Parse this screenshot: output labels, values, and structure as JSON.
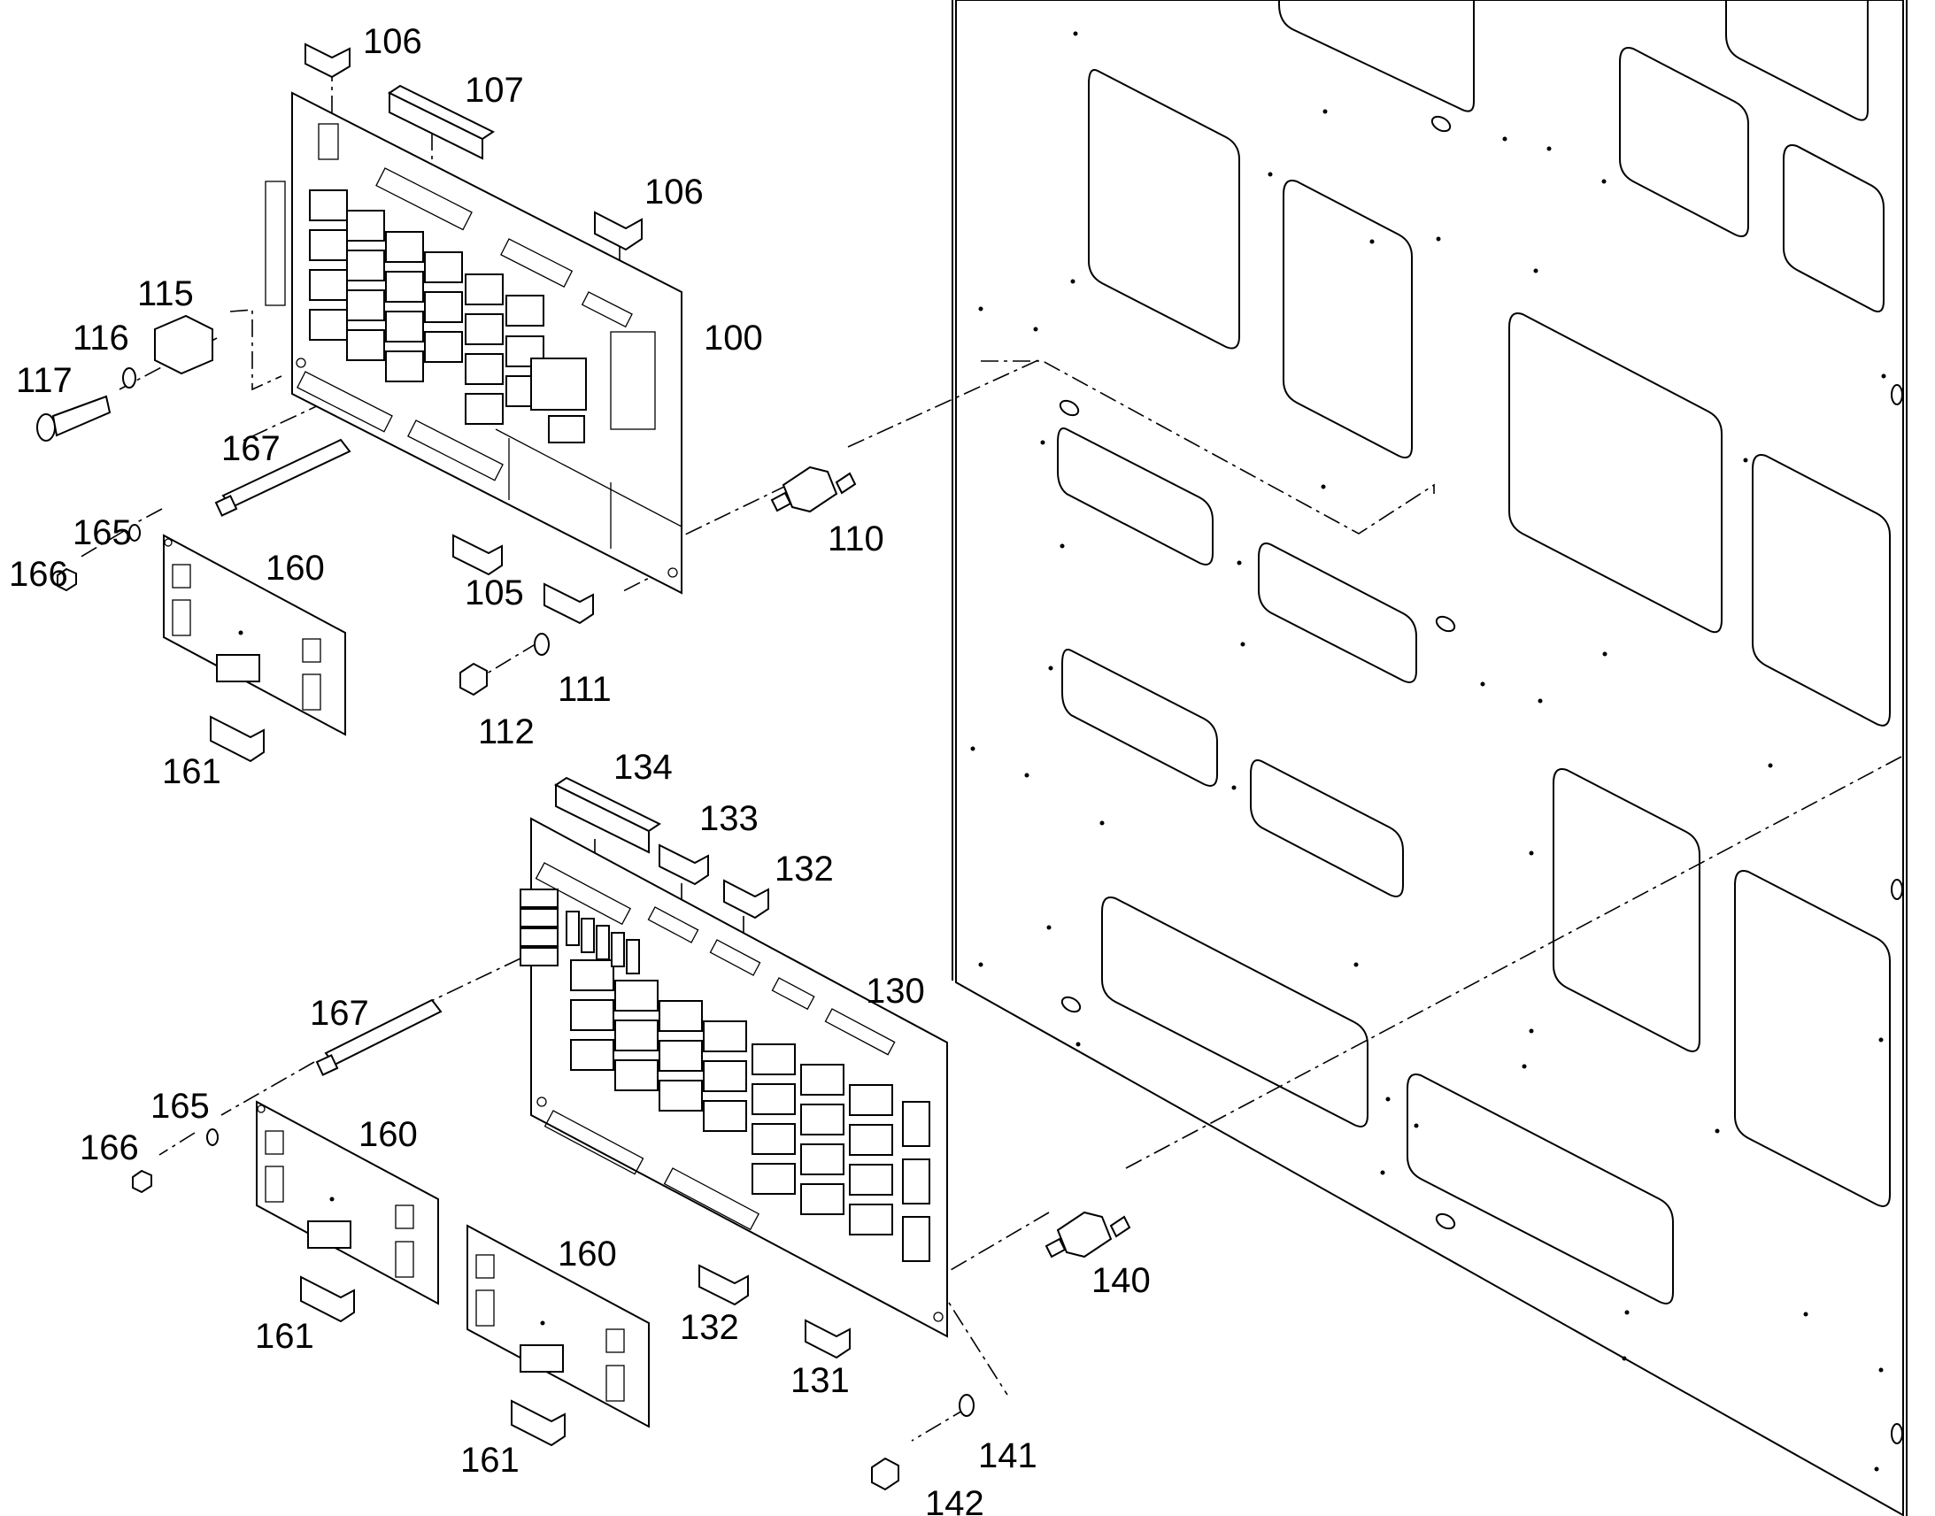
{
  "callouts": [
    {
      "key": "c106a",
      "text": "106"
    },
    {
      "key": "c107",
      "text": "107"
    },
    {
      "key": "c106b",
      "text": "106"
    },
    {
      "key": "c100",
      "text": "100"
    },
    {
      "key": "c115",
      "text": "115"
    },
    {
      "key": "c116",
      "text": "116"
    },
    {
      "key": "c117",
      "text": "117"
    },
    {
      "key": "c167a",
      "text": "167"
    },
    {
      "key": "c110",
      "text": "110"
    },
    {
      "key": "c165a",
      "text": "165"
    },
    {
      "key": "c166a",
      "text": "166"
    },
    {
      "key": "c160a",
      "text": "160"
    },
    {
      "key": "c105",
      "text": "105"
    },
    {
      "key": "c111",
      "text": "111"
    },
    {
      "key": "c112",
      "text": "112"
    },
    {
      "key": "c161a",
      "text": "161"
    },
    {
      "key": "c134",
      "text": "134"
    },
    {
      "key": "c133",
      "text": "133"
    },
    {
      "key": "c132a",
      "text": "132"
    },
    {
      "key": "c130",
      "text": "130"
    },
    {
      "key": "c167b",
      "text": "167"
    },
    {
      "key": "c165b",
      "text": "165"
    },
    {
      "key": "c166b",
      "text": "166"
    },
    {
      "key": "c160b",
      "text": "160"
    },
    {
      "key": "c160c",
      "text": "160"
    },
    {
      "key": "c140",
      "text": "140"
    },
    {
      "key": "c132b",
      "text": "132"
    },
    {
      "key": "c131",
      "text": "131"
    },
    {
      "key": "c161b",
      "text": "161"
    },
    {
      "key": "c161c",
      "text": "161"
    },
    {
      "key": "c141",
      "text": "141"
    },
    {
      "key": "c142",
      "text": "142"
    }
  ]
}
